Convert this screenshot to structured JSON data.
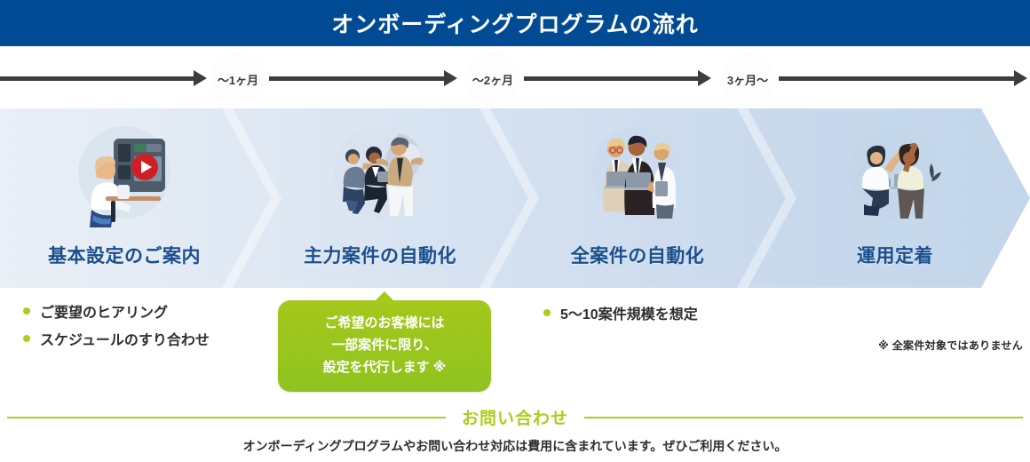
{
  "header": {
    "title": "オンボーディングプログラムの流れ"
  },
  "timeline": {
    "markers": [
      {
        "label": "〜1ヶ月"
      },
      {
        "label": "〜2ヶ月"
      },
      {
        "label": "3ヶ月〜"
      }
    ]
  },
  "stages": [
    {
      "label": "基本設定のご案内",
      "illustration": "person-watching-video-illustration"
    },
    {
      "label": "主力案件の自動化",
      "illustration": "team-meeting-illustration"
    },
    {
      "label": "全案件の自動化",
      "illustration": "three-people-laptops-illustration"
    },
    {
      "label": "運用定着",
      "illustration": "high-five-celebration-illustration"
    }
  ],
  "notes": {
    "stage1_bullets": [
      "ご要望のヒアリング",
      "スケジュールのすり合わせ"
    ],
    "stage3_bullets": [
      "5〜10案件規模を想定"
    ],
    "callout": {
      "line1": "ご希望のお客様には",
      "line2": "一部案件に限り、",
      "line3": "設定を代行します ※"
    },
    "side_note": "※ 全案件対象ではありません"
  },
  "contact": {
    "title": "お問い合わせ",
    "subtitle": "オンボーディングプログラムやお問い合わせ対応は費用に含まれています。ぜひご利用ください。"
  },
  "colors": {
    "header_bg": "#004b93",
    "stage_title": "#1a4f8e",
    "accent_green": "#aecc1f",
    "callout_green": "#a5c81c",
    "band_light": "#e8eef5",
    "band_dark": "#c5d9ee",
    "arrow_dark": "#3d3d3d"
  }
}
